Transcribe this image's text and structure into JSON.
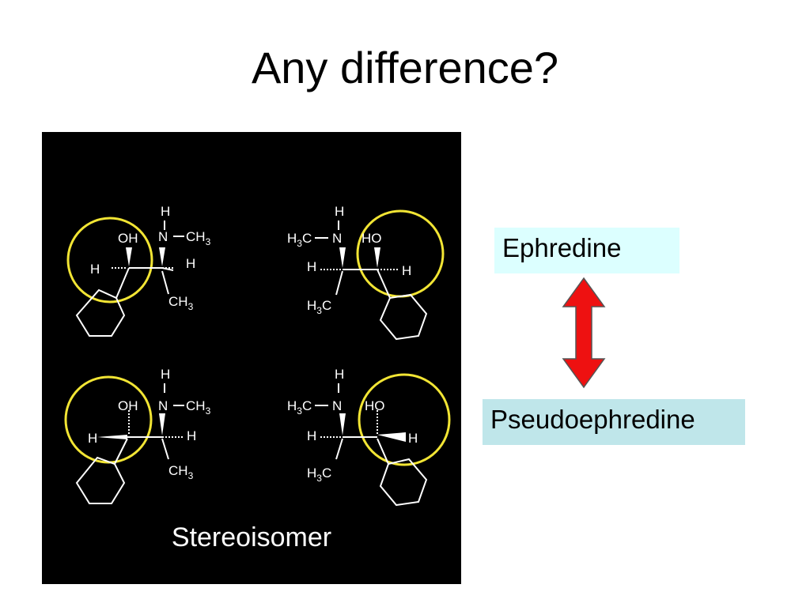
{
  "slide": {
    "title": "Any difference?",
    "caption": "Stereoisomer",
    "label_top": "Ephredine",
    "label_bottom": "Pseudoephredine"
  },
  "structure_text": {
    "H": "H",
    "OH": "OH",
    "HO": "HO",
    "N": "N",
    "C": "C",
    "CH": "CH",
    "sub3": "3"
  },
  "colors": {
    "highlight_circle": "#f2e534",
    "arrow": "#ee1111",
    "panel": "#000000",
    "label_top_bg": "#dcffff",
    "label_bottom_bg": "#bfe6ea"
  }
}
